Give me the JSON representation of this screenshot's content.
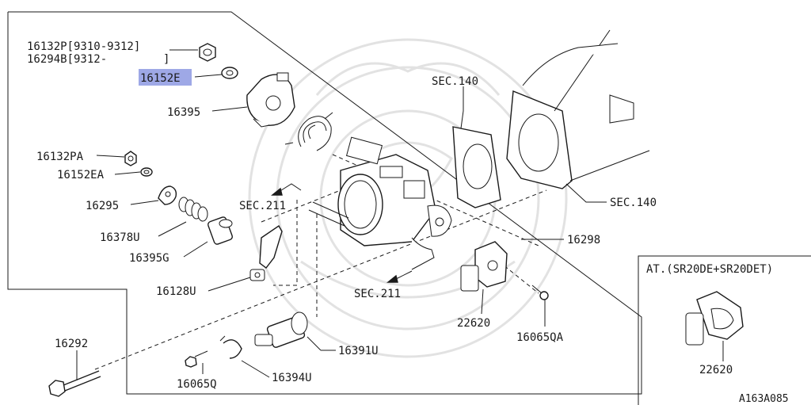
{
  "labels": {
    "p16132P": "16132P",
    "p16132P_range": "[9310-9312]",
    "p16294B": "16294B",
    "p16294B_range": "[9312-",
    "p16294B_close": "]",
    "p16152E": "16152E",
    "p16395": "16395",
    "p16132PA": "16132PA",
    "p16152EA": "16152EA",
    "p16295": "16295",
    "p16378U": "16378U",
    "p16395G": "16395G",
    "p16128U": "16128U",
    "p16292": "16292",
    "p16065Q": "16065Q",
    "p16394U": "16394U",
    "p16391U": "16391U",
    "sec211_a": "SEC.211",
    "sec211_b": "SEC.211",
    "sec140_a": "SEC.140",
    "sec140_b": "SEC.140",
    "p16298": "16298",
    "p22620": "22620",
    "p16065QA": "16065QA",
    "at_title": "AT.(SR20DE+SR20DET)",
    "at_22620": "22620",
    "diagram_code": "A163A085"
  },
  "colors": {
    "highlight": "#9ea8e6",
    "line": "#1a1a1a",
    "watermark": "#e2e2e2"
  }
}
